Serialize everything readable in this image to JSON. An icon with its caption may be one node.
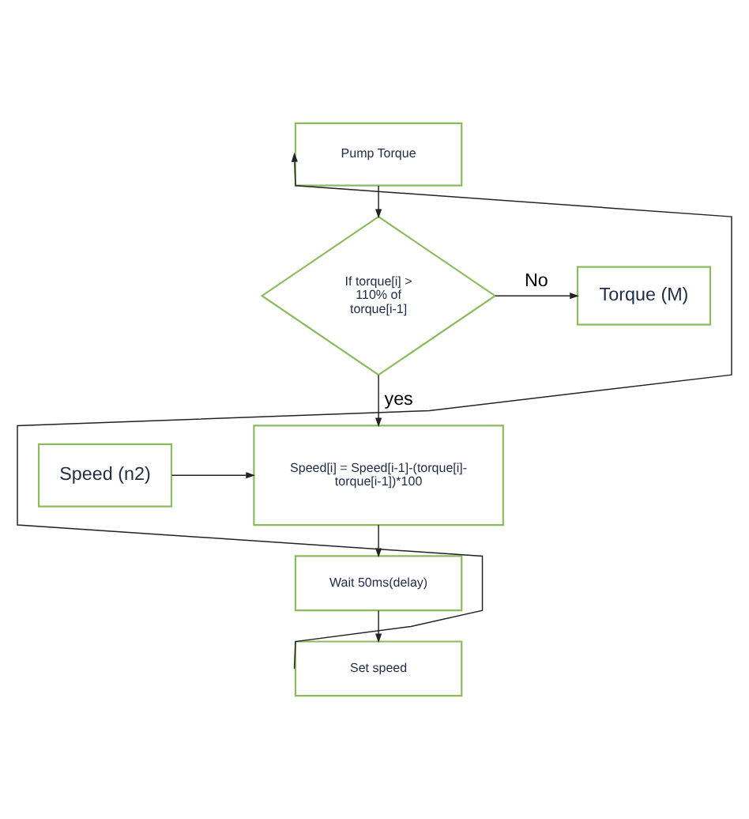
{
  "diagram": {
    "nodes": [
      {
        "text": [
          "Pump Torque"
        ]
      },
      {
        "text": [
          "If torque[i] > 110% of torque[i-1]"
        ]
      },
      {
        "text": [
          "Torque (M)"
        ]
      },
      {
        "text": [
          "Speed[i] = Speed[i-1]-(torque[i]- torque[i-1])*100"
        ]
      },
      {
        "text": [
          "Speed (n2)"
        ]
      },
      {
        "text": [
          "Wait 50ms(delay)"
        ]
      },
      {
        "text": [
          "Set speed"
        ]
      }
    ],
    "edges": [
      {
        "from": 0,
        "to": 1,
        "arrow": "to"
      },
      {
        "from": 1,
        "to": 2,
        "arrow": "to",
        "label": "No"
      },
      {
        "from": 1,
        "to": 3,
        "arrow": "to",
        "label": "yes"
      },
      {
        "from": 4,
        "to": 3,
        "arrow": "to"
      },
      {
        "from": 3,
        "to": 5,
        "arrow": "to"
      },
      {
        "from": 5,
        "to": 6,
        "arrow": "to"
      },
      {
        "from": 6,
        "to": 0,
        "arrow": "to"
      }
    ]
  }
}
